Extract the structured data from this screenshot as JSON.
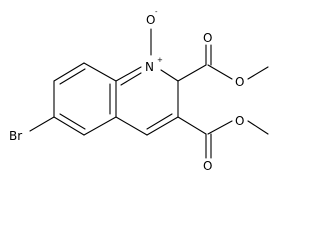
{
  "molecule": {
    "labels": {
      "bromine": "Br",
      "ring_nitrogen": "N",
      "n_charge": "+",
      "n_oxide_oxygen": "O",
      "o_charge": "-",
      "ester_top_carbonyl_o": "O",
      "ester_top_ether_o": "O",
      "ester_bottom_carbonyl_o": "O",
      "ester_bottom_ether_o": "O"
    }
  }
}
